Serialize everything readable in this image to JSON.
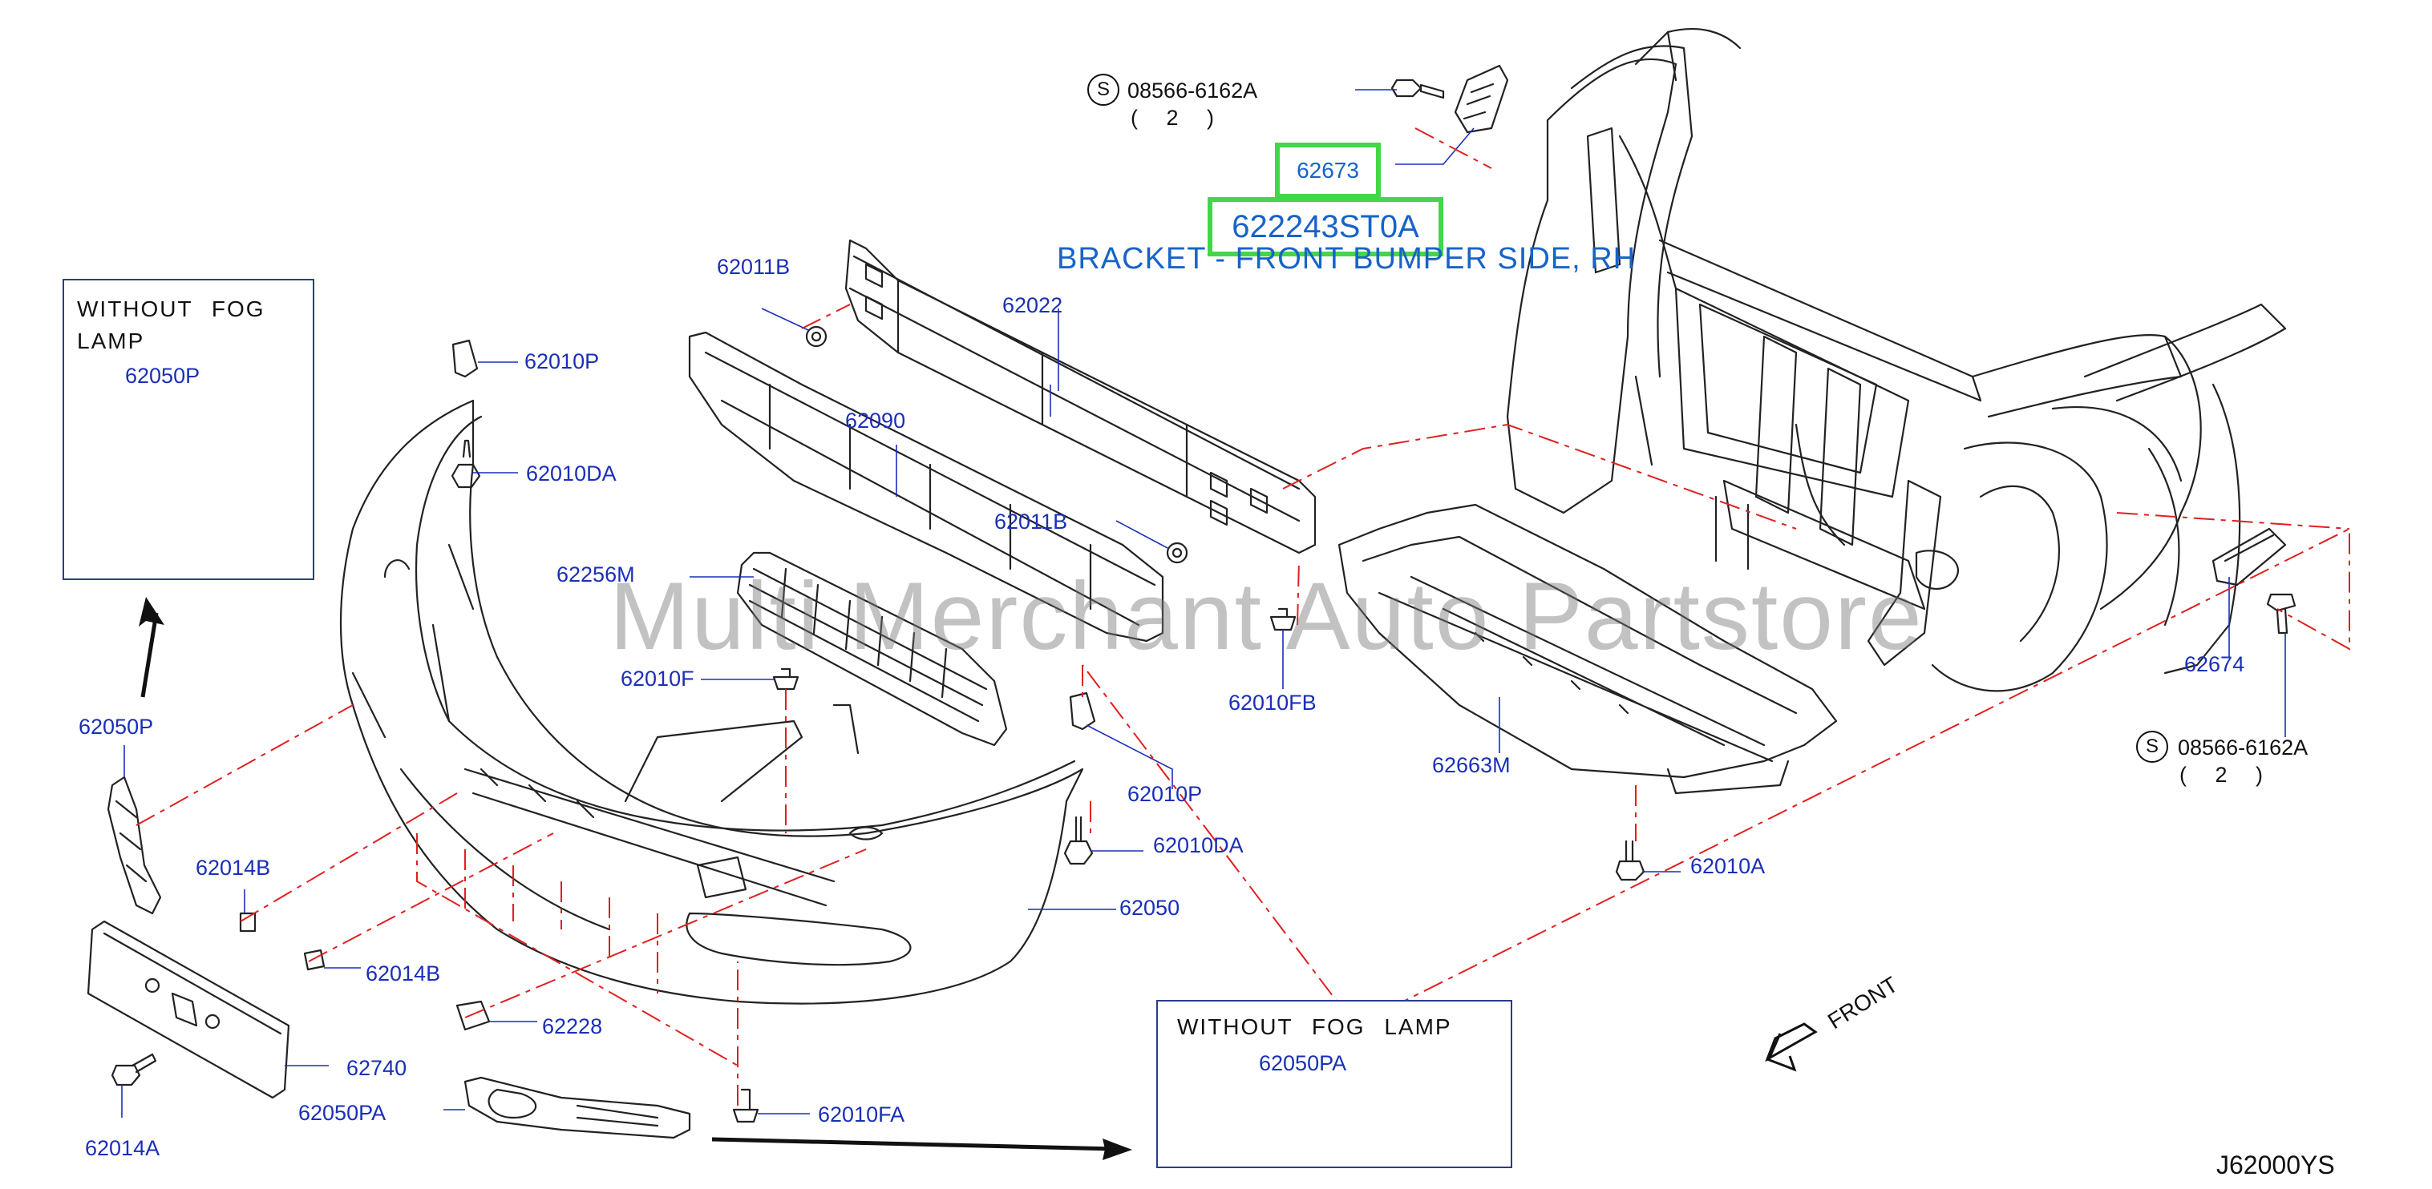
{
  "callouts": {
    "p62050p_inset": "62050P",
    "p62010p_top": "62010P",
    "p62010da_top": "62010DA",
    "p62011b_top": "62011B",
    "p62022": "62022",
    "p62090": "62090",
    "p62011b_mid": "62011B",
    "p62256m": "62256M",
    "p62010f": "62010F",
    "p62050p_left": "62050P",
    "p62010fb": "62010FB",
    "p62663m": "62663M",
    "p62674": "62674",
    "p62010p_bottom": "62010P",
    "p62010da_bottom": "62010DA",
    "p62014b_a": "62014B",
    "p62014b_b": "62014B",
    "p62050": "62050",
    "p62010a": "62010A",
    "p62228": "62228",
    "p62740": "62740",
    "p62050pa": "62050PA",
    "p62010fa": "62010FA",
    "p62014a": "62014A",
    "p62050pa_inset": "62050PA"
  },
  "bolts": {
    "top": {
      "s_symbol": "S",
      "part": "08566-6162A",
      "qty": "( 2 )"
    },
    "right": {
      "s_symbol": "S",
      "part": "08566-6162A",
      "qty": "( 2 )"
    }
  },
  "highlight": {
    "part_62673": "62673",
    "part_number": "622243ST0A",
    "description": "BRACKET - FRONT BUMPER SIDE, RH"
  },
  "insets": {
    "left_title": "WITHOUT FOG LAMP",
    "bottom_title": "WITHOUT FOG LAMP"
  },
  "front_label": "FRONT",
  "diagram_code": "J62000YS",
  "watermark": "Multi Merchant Auto Partstore",
  "colors": {
    "callout_text": "#1a2fb8",
    "highlight_border": "#43d64a",
    "highlight_text": "#1763c9",
    "dash_line": "#e02020",
    "drawing": "#222222"
  }
}
